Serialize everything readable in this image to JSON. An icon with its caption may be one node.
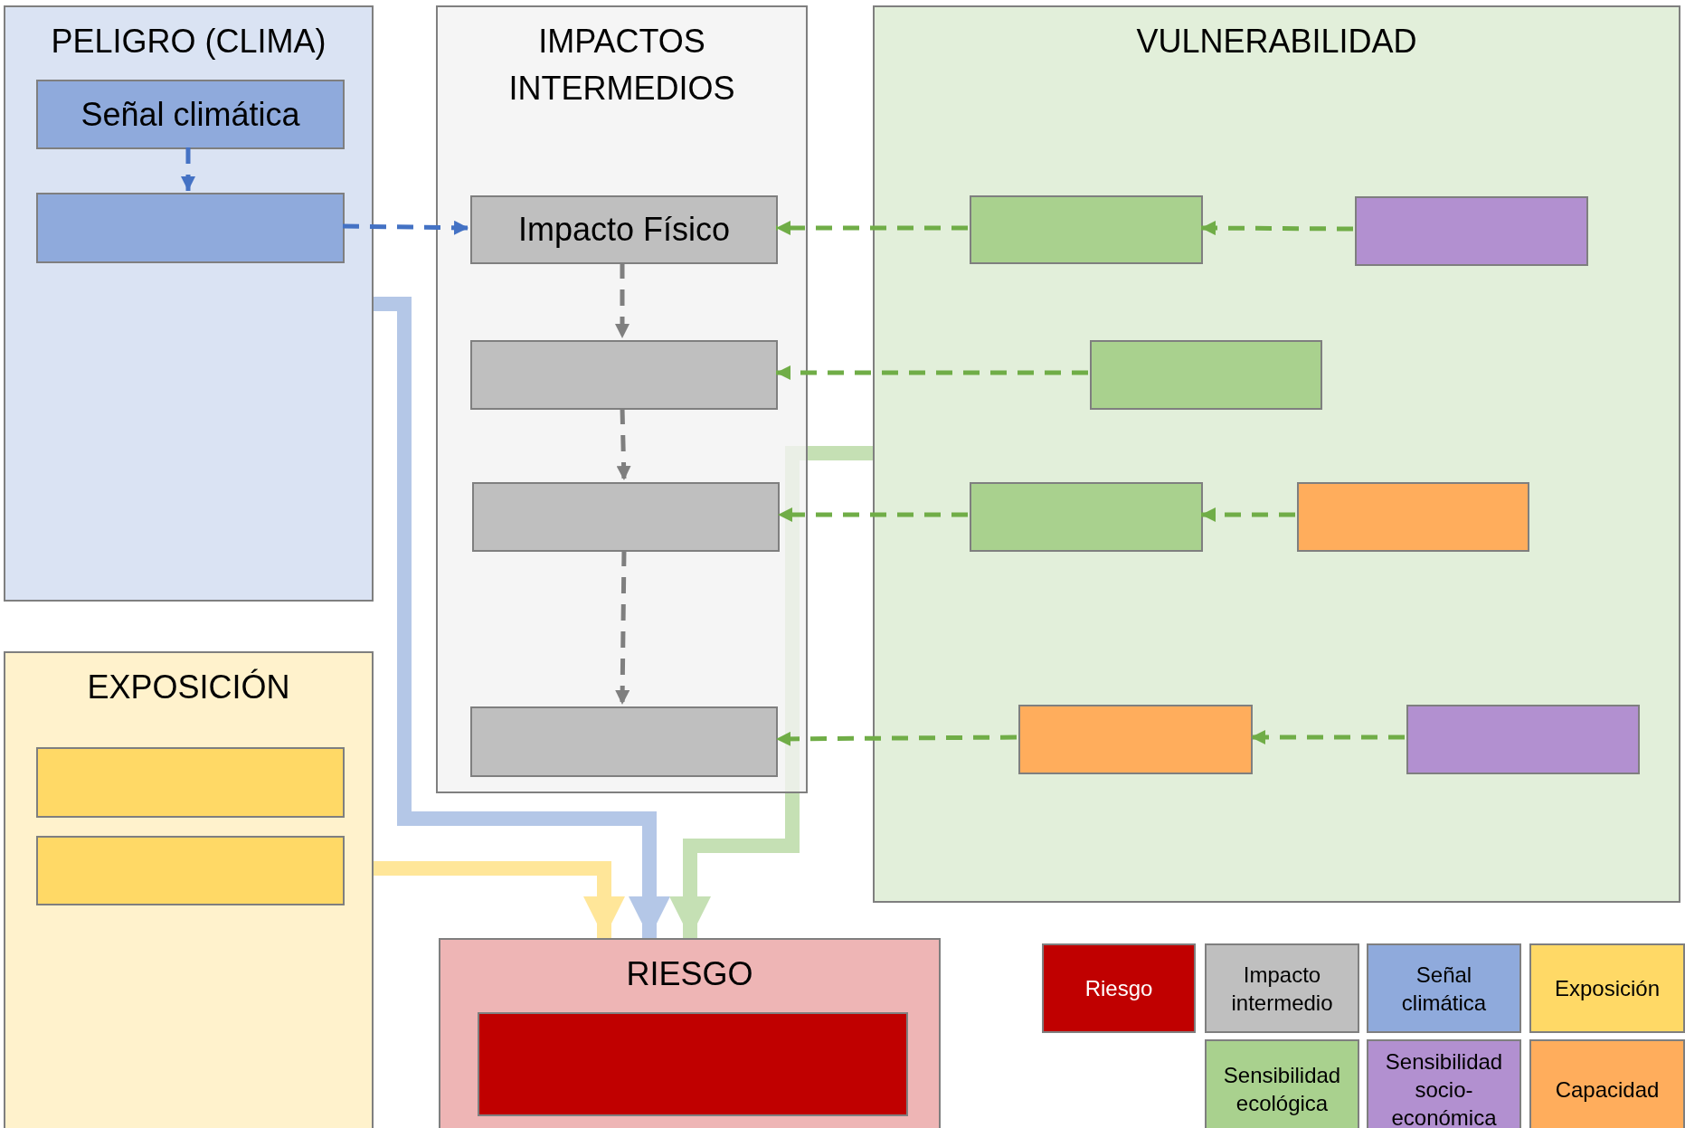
{
  "diagram": {
    "nodes": [
      {
        "text": [
          "PELIGRO (CLIMA)"
        ]
      },
      {
        "text": [
          "Señal climática"
        ],
        "in": 0
      },
      {
        "text": [],
        "shape": "box",
        "in": 0
      },
      {
        "text": [
          "IMPACTOS INTERMEDIOS"
        ]
      },
      {
        "text": [
          "Impacto Físico"
        ],
        "in": 3
      },
      {
        "text": [],
        "shape": "box",
        "in": 3
      },
      {
        "text": [],
        "shape": "box",
        "in": 3
      },
      {
        "text": [],
        "shape": "box",
        "in": 3
      },
      {
        "text": [
          "VULNERABILIDAD"
        ]
      },
      {
        "text": [],
        "shape": "box",
        "in": 8
      },
      {
        "text": [],
        "shape": "box",
        "in": 8
      },
      {
        "text": [],
        "shape": "box",
        "in": 8
      },
      {
        "text": [],
        "shape": "box",
        "in": 8
      },
      {
        "text": [],
        "shape": "box",
        "in": 8
      },
      {
        "text": [],
        "shape": "box",
        "in": 8
      },
      {
        "text": [],
        "shape": "box",
        "in": 8
      },
      {
        "text": [
          "EXPOSICIÓN"
        ]
      },
      {
        "text": [],
        "shape": "box",
        "in": 16
      },
      {
        "text": [],
        "shape": "box",
        "in": 16
      },
      {
        "text": [
          "RIESGO"
        ]
      },
      {
        "text": [],
        "shape": "box",
        "in": 19
      }
    ],
    "edges": [
      {
        "from": 1,
        "to": 2,
        "arrow": "to",
        "style": "dashed",
        "color": "#4472c4"
      },
      {
        "from": 2,
        "to": 4,
        "arrow": "to",
        "style": "dashed",
        "color": "#4472c4"
      },
      {
        "from": 4,
        "to": 5,
        "arrow": "to",
        "style": "dashed",
        "color": "#7f7f7f"
      },
      {
        "from": 5,
        "to": 6,
        "arrow": "to",
        "style": "dashed",
        "color": "#7f7f7f"
      },
      {
        "from": 6,
        "to": 7,
        "arrow": "to",
        "style": "dashed",
        "color": "#7f7f7f"
      },
      {
        "from": 9,
        "to": 4,
        "arrow": "to",
        "style": "dashed"
      },
      {
        "from": 10,
        "to": 9,
        "arrow": "to",
        "style": "dashed"
      },
      {
        "from": 11,
        "to": 5,
        "arrow": "to",
        "style": "dashed"
      },
      {
        "from": 12,
        "to": 6,
        "arrow": "to",
        "style": "dashed"
      },
      {
        "from": 13,
        "to": 12,
        "arrow": "to",
        "style": "dashed"
      },
      {
        "from": 14,
        "to": 7,
        "arrow": "to",
        "style": "dashed"
      },
      {
        "from": 15,
        "to": 14,
        "arrow": "to",
        "style": "dashed"
      },
      {
        "from": 0,
        "to": 19,
        "arrow": "to",
        "style": "thick",
        "color": "#b4c7e7"
      },
      {
        "from": 16,
        "to": 19,
        "arrow": "to",
        "style": "thick",
        "color": "#ffe699"
      },
      {
        "from": 8,
        "to": 19,
        "arrow": "to",
        "style": "thick",
        "color": "#c5e0b4"
      }
    ],
    "legend": [
      {
        "text": "Riesgo",
        "color": "#c00000"
      },
      {
        "text": "Impacto intermedio",
        "color": "#bfbfbf"
      },
      {
        "text": "Señal climática",
        "color": "#8faadc"
      },
      {
        "text": "Exposición",
        "color": "#ffd966"
      },
      {
        "text": "Sensibilidad ecológica",
        "color": "#a9d18e"
      },
      {
        "text": "Sensibilidad socio-económica",
        "color": "#b290d0"
      },
      {
        "text": "Capacidad",
        "color": "#ffad5c"
      }
    ]
  }
}
